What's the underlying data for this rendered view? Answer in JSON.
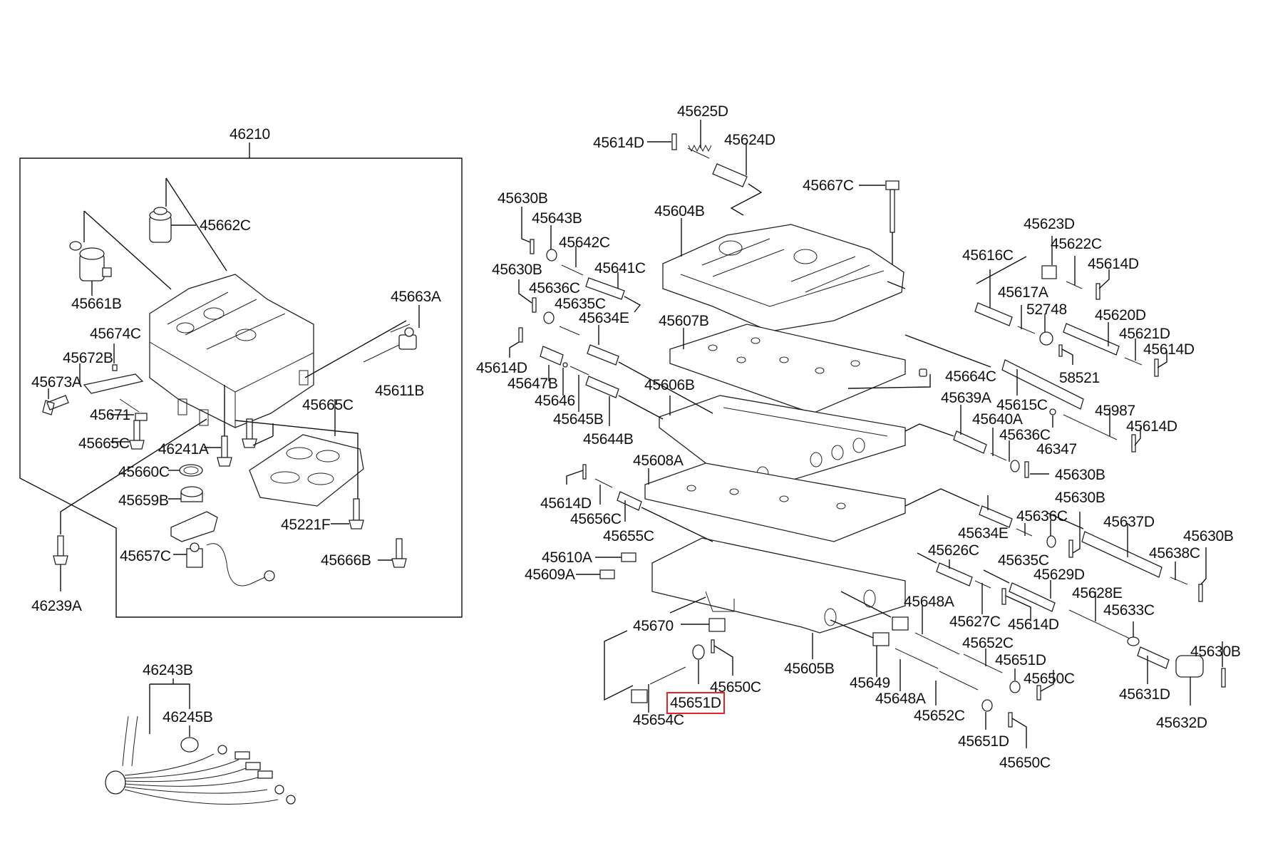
{
  "diagram": {
    "title": "Transmission Valve Body Assembly — exploded parts view",
    "highlight_color": "#e0242a",
    "highlighted_part": "45651D",
    "assemblies": {
      "left_box": "46210",
      "harness": "46243B"
    },
    "labels": {
      "l46210": "46210",
      "l45662C": "45662C",
      "l45661B": "45661B",
      "l45663A": "45663A",
      "l45674C": "45674C",
      "l45672B": "45672B",
      "l45673A": "45673A",
      "l45671": "45671",
      "l45665C_a": "45665C",
      "l45665C_b": "45665C",
      "l45611B": "45611B",
      "l46241A": "46241A",
      "l45660C": "45660C",
      "l45659B": "45659B",
      "l45221F": "45221F",
      "l45657C": "45657C",
      "l45666B": "45666B",
      "l46239A": "46239A",
      "l46243B": "46243B",
      "l46245B": "46245B",
      "l45625D": "45625D",
      "l45614D_top": "45614D",
      "l45624D": "45624D",
      "l45667C": "45667C",
      "l45604B": "45604B",
      "l45630B_1": "45630B",
      "l45643B": "45643B",
      "l45642C": "45642C",
      "l45641C": "45641C",
      "l45630B_2": "45630B",
      "l45636C_1": "45636C",
      "l45635C_1": "45635C",
      "l45634E_1": "45634E",
      "l45614D_l": "45614D",
      "l45647B": "45647B",
      "l45646": "45646",
      "l45645B": "45645B",
      "l45644B": "45644B",
      "l45607B": "45607B",
      "l45606B": "45606B",
      "l45664C": "45664C",
      "l45623D": "45623D",
      "l45622C": "45622C",
      "l45614D_r1": "45614D",
      "l45616C": "45616C",
      "l45617A": "45617A",
      "l52748": "52748",
      "l45620D": "45620D",
      "l45621D": "45621D",
      "l45614D_r2": "45614D",
      "l58521": "58521",
      "l45615C": "45615C",
      "l45987": "45987",
      "l45614D_r3": "45614D",
      "l45639A": "45639A",
      "l45640A": "45640A",
      "l45636C_2": "45636C",
      "l46347": "46347",
      "l45630B_3": "45630B",
      "l45608A": "45608A",
      "l45614D_m": "45614D",
      "l45656C": "45656C",
      "l45655C": "45655C",
      "l45630B_4": "45630B",
      "l45636C_3": "45636C",
      "l45634E_2": "45634E",
      "l45635C_2": "45635C",
      "l45637D": "45637D",
      "l45630B_5": "45630B",
      "l45638C": "45638C",
      "l45610A": "45610A",
      "l45609A": "45609A",
      "l45626C": "45626C",
      "l45629D": "45629D",
      "l45627C": "45627C",
      "l45614D_b": "45614D",
      "l45628E": "45628E",
      "l45633C": "45633C",
      "l45648A_1": "45648A",
      "l45670": "45670",
      "l45605B": "45605B",
      "l45652C_1": "45652C",
      "l45651D_1": "45651D",
      "l45650C_1": "45650C",
      "l45631D": "45631D",
      "l45630B_6": "45630B",
      "l45632D": "45632D",
      "l45649": "45649",
      "l45648A_2": "45648A",
      "l45652C_2": "45652C",
      "l45651D_2": "45651D",
      "l45650C_2": "45650C",
      "l45650C_3": "45650C",
      "l45651D_hl": "45651D",
      "l45654C": "45654C"
    }
  }
}
